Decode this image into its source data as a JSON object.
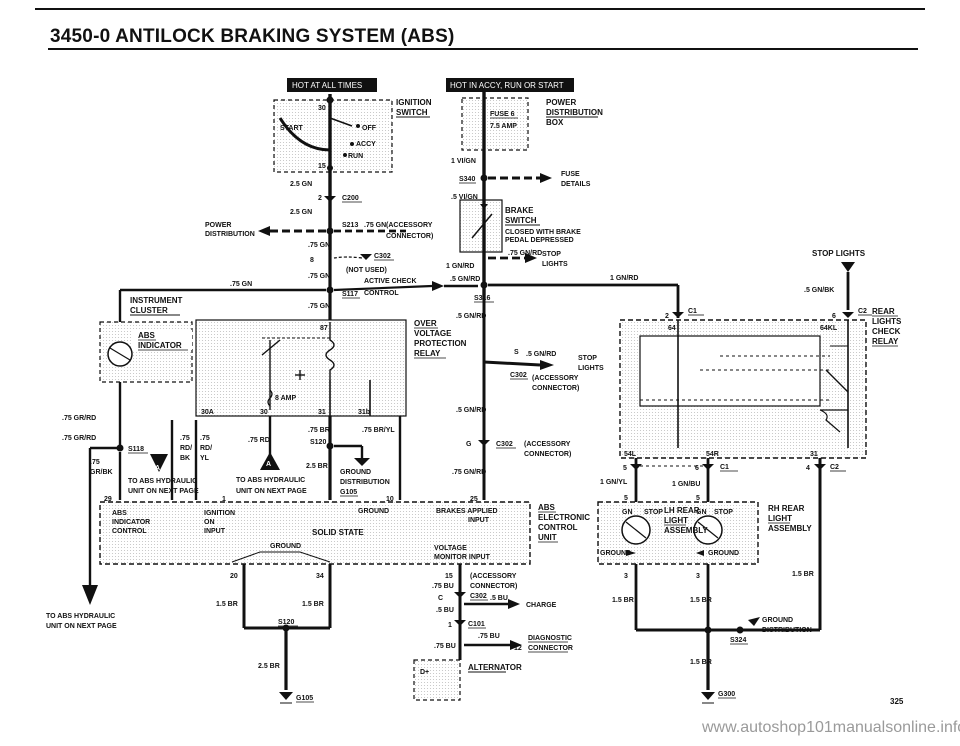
{
  "page": {
    "title": "3450-0  ANTILOCK BRAKING SYSTEM (ABS)",
    "page_number": "325",
    "watermark": "www.autoshop101manualsonline.info"
  },
  "badges": {
    "hot_at_all_times": "HOT AT ALL TIMES",
    "hot_in_accy": "HOT IN ACCY, RUN OR START"
  },
  "ignition": {
    "label1": "IGNITION",
    "label2": "SWITCH",
    "pin30": "30",
    "start": "START",
    "off": "OFF",
    "accy": "ACCY",
    "run": "RUN",
    "pin15": "15",
    "wire1": "2.5 GN",
    "c200": "C200",
    "c200_pin": "2",
    "wire2": "2.5 GN"
  },
  "power_box": {
    "label1": "POWER",
    "label2": "DISTRIBUTION",
    "label3": "BOX",
    "fuse": "FUSE 6",
    "amp": "7.5 AMP",
    "wire1": "1 VI/GN",
    "s340": "S340",
    "fuse_details1": "FUSE",
    "fuse_details2": "DETAILS",
    "wire2": ".5 VI/GN"
  },
  "brake": {
    "label1": "BRAKE",
    "label2": "SWITCH",
    "note1": "CLOSED WITH BRAKE",
    "note2": "PEDAL DEPRESSED",
    "wire_out": ".75 GN/RD",
    "stop1": "STOP",
    "stop2": "LIGHTS",
    "wire_in": "1 GN/RD",
    "wire_left": ".5 GN/RD",
    "s316": "S316",
    "wire_right": "1 GN/RD"
  },
  "left_power": {
    "pd1": "POWER",
    "pd2": "DISTRIBUTION",
    "s213": "S213",
    "w1": ".75 GN",
    "acc1": "(ACCESSORY",
    "acc2": "CONNECTOR)",
    "w2": ".75 GN",
    "c302_pin": "8",
    "c302": "C302",
    "notused": "(NOT USED)",
    "w3": ".75 GN",
    "w_gn": ".75 GN",
    "active1": "ACTIVE CHECK",
    "active2": "CONTROL",
    "s117": "S117",
    "w4": ".75 GN"
  },
  "overvoltage": {
    "label1": "OVER",
    "label2": "VOLTAGE",
    "label3": "PROTECTION",
    "label4": "RELAY",
    "pin87": "87",
    "amp": "8 AMP",
    "p30a": "30A",
    "p30": "30",
    "p31": "31",
    "p31b": "31b"
  },
  "cluster": {
    "label1": "INSTRUMENT",
    "label2": "CLUSTER",
    "abs1": "ABS",
    "abs2": "INDICATOR"
  },
  "left_wires": {
    "w1": ".75 GR/RD",
    "w2": ".75 GR/RD",
    "s118": "S118",
    "w3": ".75",
    "w4": "GR/BK",
    "p29": "29",
    "w5": ".75",
    "w6": ".75",
    "w7": "RD/",
    "w8": "RD/",
    "w9": "BK",
    "w10": "YL",
    "to_abs1": "TO ABS HYDRAULIC",
    "to_abs2": "UNIT ON NEXT PAGE",
    "p1": "1",
    "w_rd": ".75 RD",
    "w_br": ".75 BR",
    "s120": "S120",
    "w_bryl": ".75 BR/YL",
    "w_25br": "2.5 BR",
    "gd1": "GROUND",
    "gd2": "DISTRIBUTION",
    "g105": "G105",
    "to_abs3": "TO ABS HYDRAULIC",
    "to_abs4": "UNIT ON NEXT PAGE",
    "p10": "10"
  },
  "middle_wires": {
    "w1": ".5 GN/RD",
    "s": "S",
    "w2": ".5 GN/RD",
    "stop1": "STOP",
    "stop2": "LIGHTS",
    "c302": "C302",
    "acc1": "(ACCESSORY",
    "acc2": "CONNECTOR)",
    "w3": ".5 GN/RD",
    "g": "G",
    "c302b": "C302",
    "acc3": "(ACCESSORY",
    "acc4": "CONNECTOR)",
    "w4": ".75 GN/RD",
    "p25": "25"
  },
  "abs_unit": {
    "abs": "ABS",
    "indicator": "INDICATOR",
    "control": "CONTROL",
    "ign1": "IGNITION",
    "ign2": "ON",
    "ign3": "INPUT",
    "ground": "GROUND",
    "solid": "SOLID STATE",
    "gnd2": "GROUND",
    "brakes1": "BRAKES APPLIED",
    "brakes2": "INPUT",
    "volt1": "VOLTAGE",
    "volt2": "MONITOR INPUT",
    "label1": "ABS",
    "label2": "ELECTRONIC",
    "label3": "CONTROL",
    "label4": "UNIT"
  },
  "bottom_left": {
    "p20": "20",
    "p34": "34",
    "w1": "1.5 BR",
    "w2": "1.5 BR",
    "s120": "S120",
    "w3": "2.5 BR",
    "g105": "G105",
    "to1": "TO ABS HYDRAULIC",
    "to2": "UNIT ON NEXT PAGE"
  },
  "bottom_mid": {
    "p15": "15",
    "acc1": "(ACCESSORY",
    "acc2": "CONNECTOR)",
    "w1": ".75 BU",
    "c": "C",
    "c302": "C302",
    "w2": ".5 BU",
    "w3": ".5 BU",
    "charge": "CHARGE",
    "p1": "1",
    "c101": "C101",
    "w4": ".75 BU",
    "w5": ".75 BU",
    "p12": "12",
    "diag1": "DIAGNOSTIC",
    "diag2": "CONNECTOR",
    "d": "D+",
    "alt": "ALTERNATOR"
  },
  "right": {
    "stoplights": "STOP LIGHTS",
    "w1": ".5 GN/BK",
    "p6": "6",
    "c2": "C2",
    "p2": "2",
    "c1": "C1",
    "p64": "64",
    "p64kl": "64KL",
    "rl1": "REAR",
    "rl2": "LIGHTS",
    "rl3": "CHECK",
    "rl4": "RELAY",
    "p54l": "54L",
    "p54r": "54R",
    "p31": "31",
    "p5": "5",
    "p6b": "6",
    "c1b": "C1",
    "p4": "4",
    "c2b": "C2",
    "w2": "1 GN/YL",
    "w3": "1 GN/BU",
    "p5b": "5",
    "p5c": "5",
    "gn": "GN",
    "stop": "STOP",
    "lh1": "LH REAR",
    "lh2": "LIGHT",
    "lh3": "ASSEMBLY",
    "rh1": "RH REAR",
    "rh2": "LIGHT",
    "rh3": "ASSEMBLY",
    "gnd1": "GROUND",
    "gnd2": "GROUND",
    "p3": "3",
    "p3b": "3",
    "w4": "1.5 BR",
    "w5": "1.5 BR",
    "w6": "1.5 BR",
    "gd1": "GROUND",
    "gd2": "DISTRIBUTION",
    "s324": "S324",
    "w7": "1.5 BR",
    "g300": "G300"
  }
}
